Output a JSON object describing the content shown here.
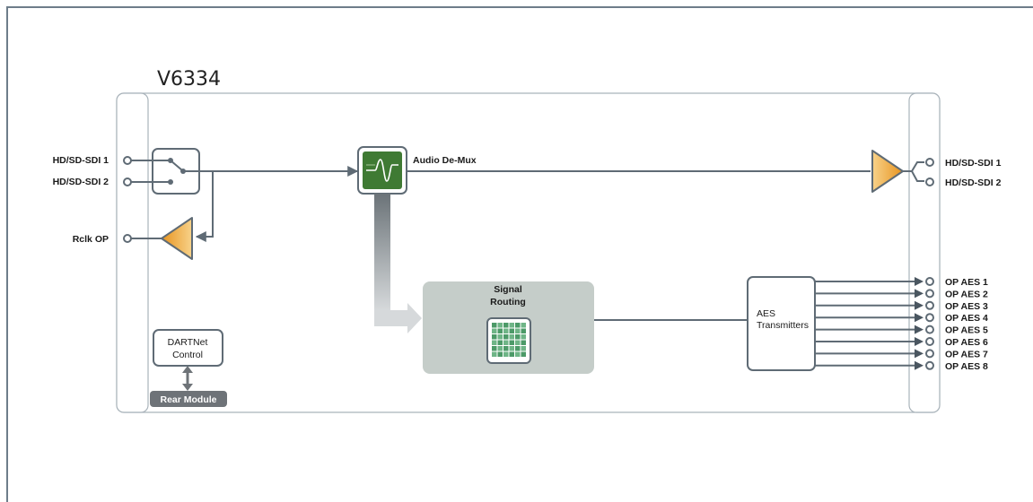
{
  "device": {
    "title": "V6334"
  },
  "inputs": {
    "sdi1": "HD/SD-SDI 1",
    "sdi2": "HD/SD-SDI 2",
    "rclk": "Rclk OP"
  },
  "outputs": {
    "sdi1": "HD/SD-SDI 1",
    "sdi2": "HD/SD-SDI 2",
    "aes": [
      "OP AES 1",
      "OP AES 2",
      "OP AES 3",
      "OP AES 4",
      "OP AES 5",
      "OP AES 6",
      "OP AES 7",
      "OP AES 8"
    ]
  },
  "blocks": {
    "audio_demux": "Audio De-Mux",
    "signal_routing_line1": "Signal",
    "signal_routing_line2": "Routing",
    "aes_tx_line1": "AES",
    "aes_tx_line2": "Transmitters",
    "dartnet_line1": "DARTNet",
    "dartnet_line2": "Control",
    "rear_module": "Rear Module"
  },
  "colors": {
    "frame": "#6e7d8a",
    "line": "#5f6b75",
    "panel_border": "#a9b3ba",
    "demux_green": "#3f7a33",
    "routing_panel": "#c5cdc9",
    "routing_grid_green": "#4c9a68",
    "amp_orange": "#f0a436",
    "rear_module_bg": "#6e7378"
  },
  "icons": {
    "switch": "selector-switch-icon",
    "demux": "waveform-icon",
    "routing": "grid-matrix-icon",
    "amplifier": "triangle-amp-icon"
  }
}
